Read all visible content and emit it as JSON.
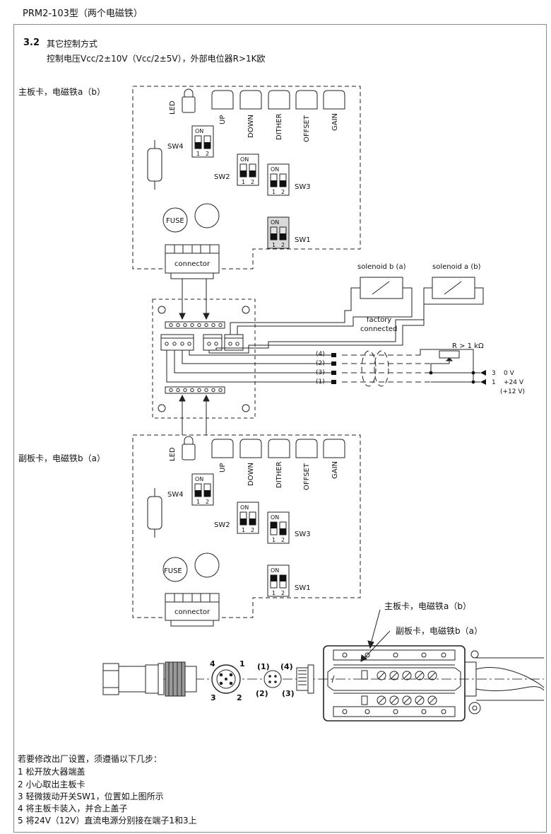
{
  "header": {
    "title": "PRM2-103型（两个电磁铁）"
  },
  "section": {
    "number": "3.2",
    "title": "其它控制方式",
    "subtitle": "控制电压Vcc/2±10V（Vcc/2±5V），外部电位器R>1K欧"
  },
  "cards": {
    "main_label": "主板卡，电磁铁a（b）",
    "sub_label": "副板卡，电磁铁b（a）",
    "led": "LED",
    "trim_labels": [
      "UP",
      "DOWN",
      "DITHER",
      "OFFSET",
      "GAIN"
    ],
    "on": "ON",
    "sw_num_1": "1",
    "sw_num_2": "2",
    "sw4": "SW4",
    "sw2": "SW2",
    "sw3": "SW3",
    "sw1": "SW1",
    "fuse": "FUSE",
    "connector": "connector"
  },
  "wiring": {
    "solenoid_b": "solenoid b (a)",
    "solenoid_a": "solenoid a (b)",
    "factory": "factory",
    "connected": "connected",
    "resistor": "R > 1 kΩ",
    "wire_4": "(4)",
    "wire_2": "(2)",
    "wire_3": "(3)",
    "wire_1": "(1)",
    "term3_num": "3",
    "term3_val": "0 V",
    "term1_num": "1",
    "term1_val": "+24 V",
    "term1_alt": "(+12 V)"
  },
  "bottom_diagram": {
    "main_card_label": "主板卡，电磁铁a（b）",
    "sub_card_label": "副板卡，电磁铁b（a）",
    "pin_4": "4",
    "pin_1": "1",
    "pin_3": "3",
    "pin_2": "2",
    "pin_p1": "(1)",
    "pin_p4": "(4)",
    "pin_p2": "(2)",
    "pin_p3": "(3)"
  },
  "instructions": {
    "intro": "若要修改出厂设置，须遵循以下几步：",
    "steps": [
      "1 松开放大器端盖",
      "2 小心取出主板卡",
      "3 轻微拨动开关SW1，位置如上图所示",
      "4 将主板卡装入，并合上盖子",
      "5 将24V（12V）直流电源分别接在端子1和3上"
    ]
  }
}
